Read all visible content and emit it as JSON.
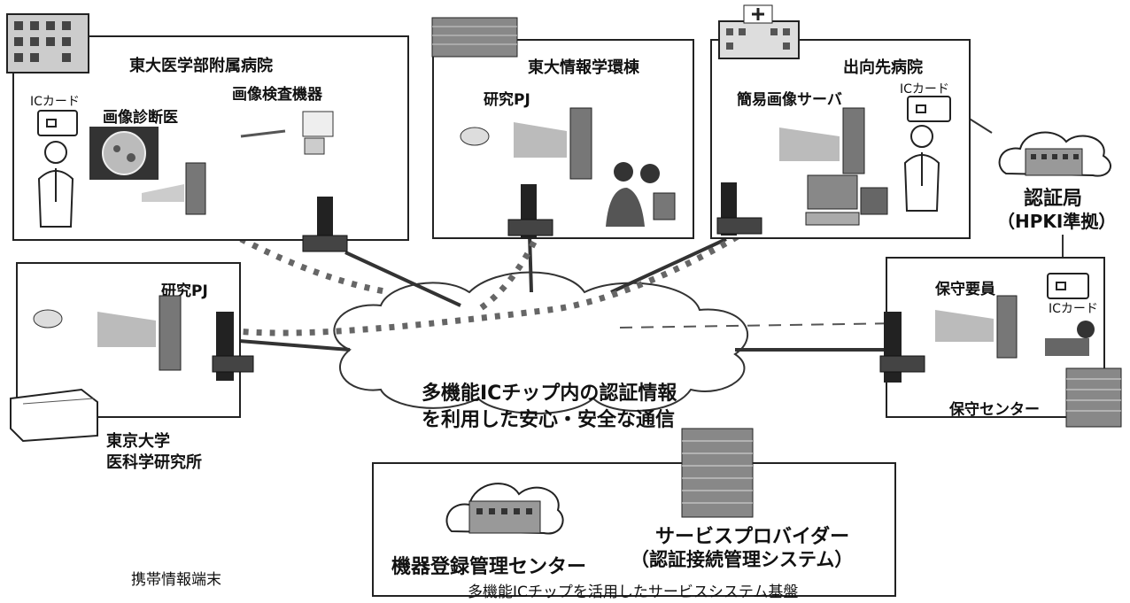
{
  "sites": {
    "tokyo_hosp": {
      "name": "東大医学部附属病院",
      "device": "画像検査機器",
      "doctor": "画像診断医",
      "card": "ICカード"
    },
    "info_env": {
      "name": "東大情報学環棟",
      "project": "研究PJ"
    },
    "dest_hosp": {
      "name": "出向先病院",
      "server": "簡易画像サーバ",
      "card": "ICカード"
    },
    "ims": {
      "project": "研究PJ",
      "name_line1": "東京大学",
      "name_line2": "医科学研究所"
    },
    "maint": {
      "staff": "保守要員",
      "card": "ICカード",
      "name": "保守センター"
    }
  },
  "auth": {
    "line1": "認証局",
    "line2": "（HPKI準拠）"
  },
  "center_text": {
    "line1": "多機能ICチップ内の認証情報",
    "line2": "を利用した安心・安全な通信"
  },
  "platform": {
    "registry": "機器登録管理センター",
    "provider_line1": "サービスプロバイダー",
    "provider_line2": "（認証接続管理システム）",
    "caption": "多機能ICチップを活用したサービスシステム基盤"
  },
  "mobile": {
    "label": "携帯情報端末"
  },
  "colors": {
    "line": "#333333",
    "dash": "#666666",
    "cloud_fill": "#ffffff"
  }
}
